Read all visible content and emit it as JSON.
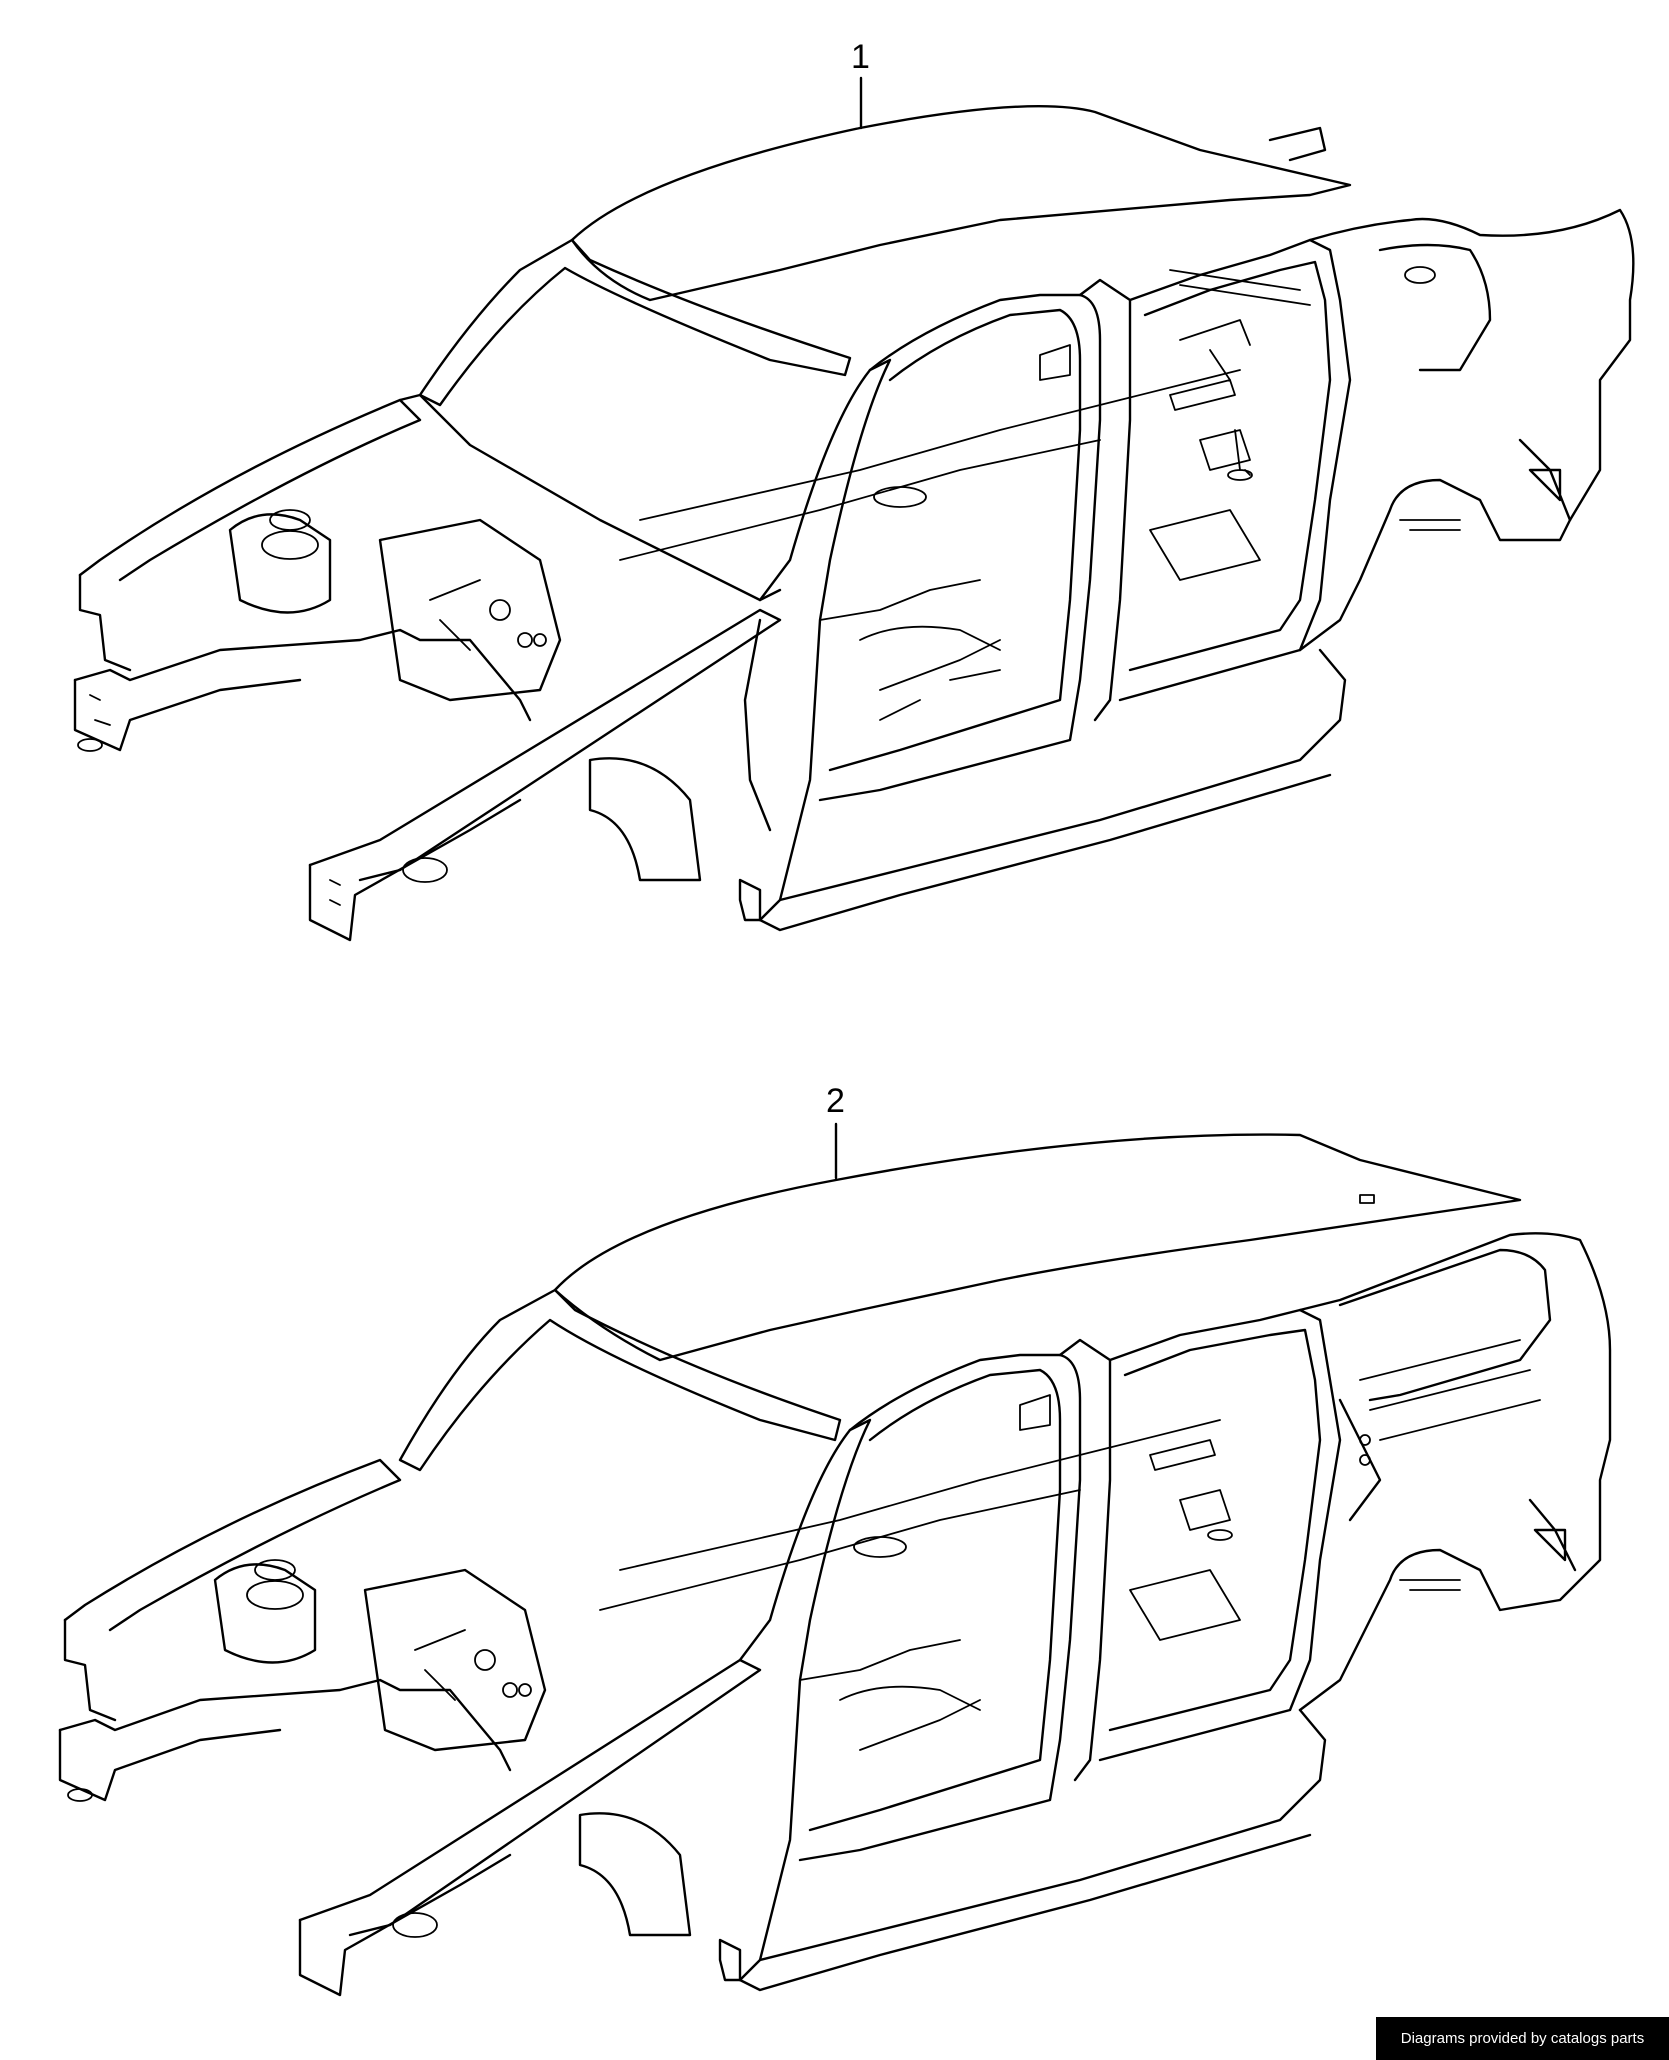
{
  "callouts": [
    {
      "id": "1",
      "label": "1"
    },
    {
      "id": "2",
      "label": "2"
    }
  ],
  "credit": {
    "text": "Diagrams provided by catalogs parts"
  }
}
